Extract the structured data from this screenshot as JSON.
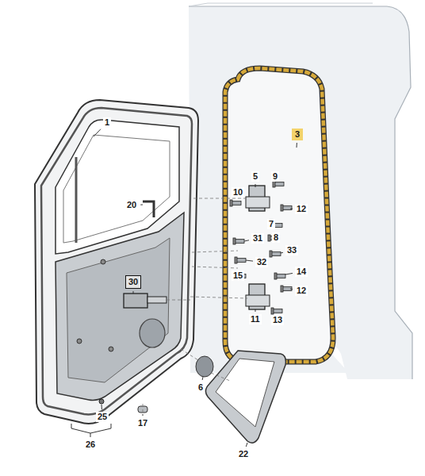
{
  "diagram": {
    "labels": [
      "1",
      "20",
      "3",
      "5",
      "9",
      "10",
      "12",
      "7",
      "8",
      "31",
      "33",
      "32",
      "15",
      "14",
      "12",
      "11",
      "13",
      "30",
      "6",
      "25",
      "26",
      "17",
      "22"
    ]
  }
}
